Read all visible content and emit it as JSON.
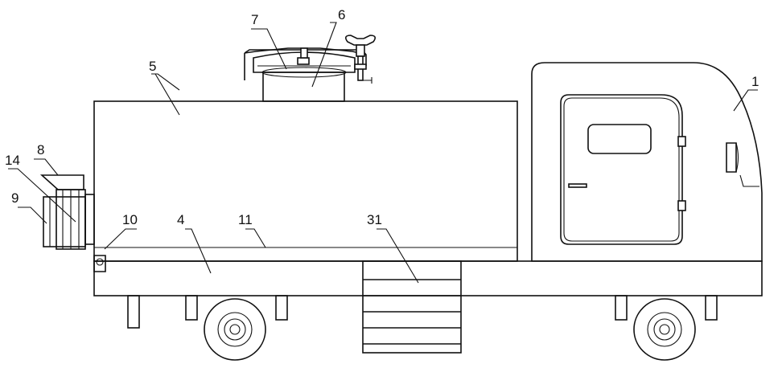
{
  "diagram": {
    "labels": {
      "l1": "1",
      "l4": "4",
      "l5": "5",
      "l6": "6",
      "l7": "7",
      "l8": "8",
      "l9": "9",
      "l10": "10",
      "l11": "11",
      "l14": "14",
      "l31": "31"
    }
  }
}
